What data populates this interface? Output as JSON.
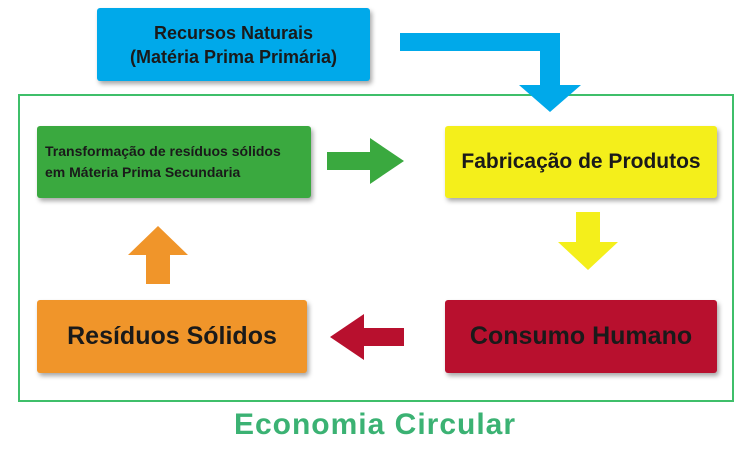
{
  "nodes": {
    "recursos": {
      "line1": "Recursos Naturais",
      "line2": "(Matéria Prima Primária)"
    },
    "transformacao": {
      "line1": "Transformação de resíduos sólidos",
      "line2": "em Máteria Prima Secundaria"
    },
    "fabricacao": {
      "label": "Fabricação de Produtos"
    },
    "consumo": {
      "label": "Consumo Humano"
    },
    "residuos": {
      "label": "Resíduos Sólidos"
    }
  },
  "title": "Economia Circular",
  "colors": {
    "recursos": "#00a9ea",
    "transformacao": "#3aa93f",
    "fabricacao": "#f4ef1b",
    "consumo": "#b8102e",
    "residuos": "#f0952a",
    "frame": "#3fbf6a",
    "title": "#3bb273"
  }
}
